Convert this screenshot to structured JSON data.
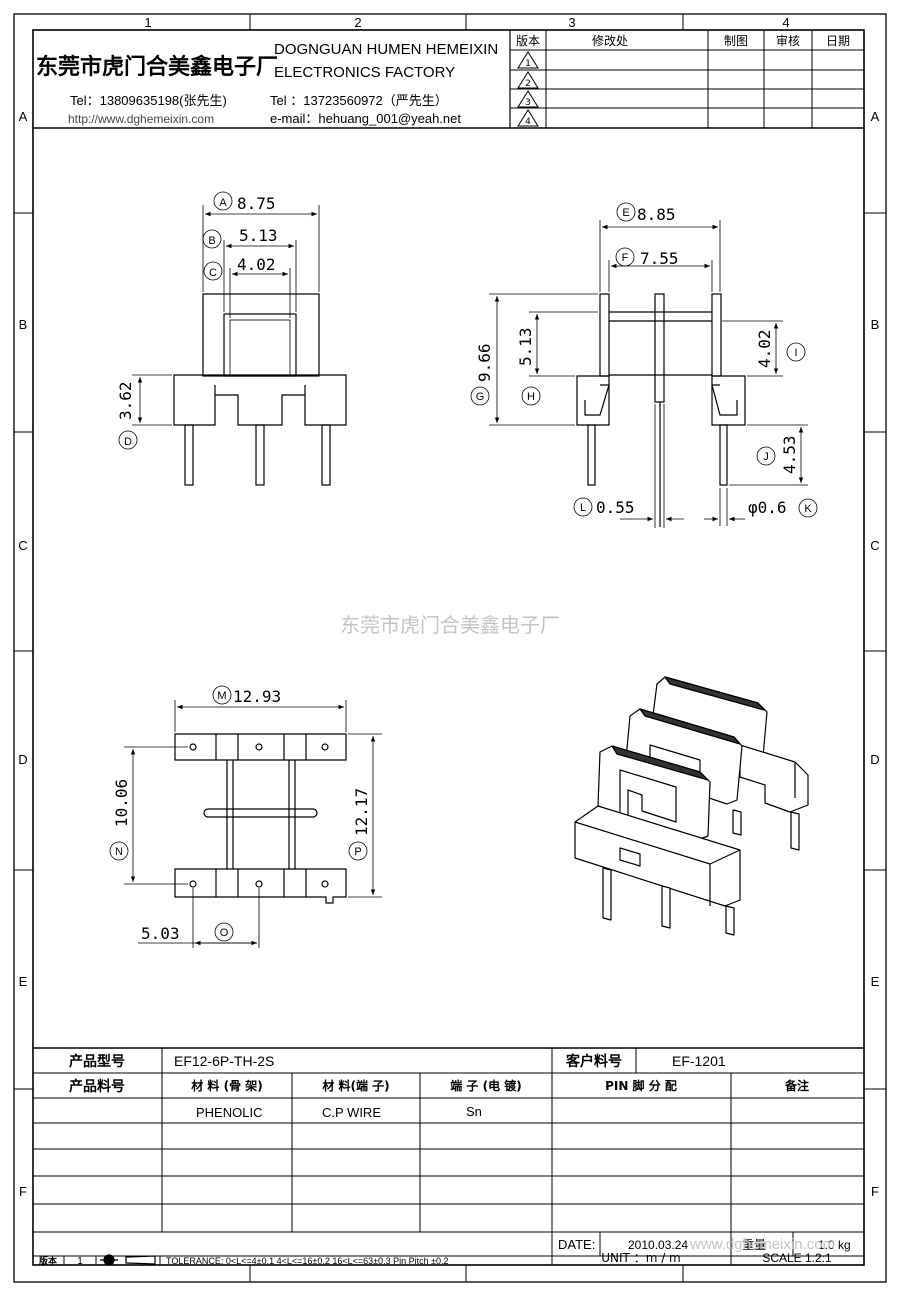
{
  "border": {
    "cols": [
      "1",
      "2",
      "3",
      "4"
    ],
    "rows": [
      "A",
      "B",
      "C",
      "D",
      "E",
      "F"
    ]
  },
  "company": {
    "name_cn": "东莞市虎门合美鑫电子厂",
    "name_en_1": "DOGNGUAN HUMEN HEMEIXIN",
    "name_en_2": "ELECTRONICS FACTORY",
    "tel1": "Tel：13809635198(张先生)",
    "url": "http://www.dghemeixin.com",
    "tel2": "Tel ：13723560972（严先生）",
    "email": "e-mail：hehuang_001@yeah.net"
  },
  "revision_table": {
    "headers": [
      "版本",
      "修改处",
      "制图",
      "审核",
      "日期"
    ],
    "rows": [
      "1",
      "2",
      "3",
      "4"
    ]
  },
  "dimensions": {
    "A": "8.75",
    "B": "5.13",
    "C": "4.02",
    "D": "3.62",
    "E": "8.85",
    "F": "7.55",
    "G": "9.66",
    "H": "5.13",
    "I": "4.02",
    "J": "4.53",
    "K": "φ0.6",
    "L": "0.55",
    "M": "12.93",
    "N": "10.06",
    "O": "5.03",
    "P": "12.17"
  },
  "watermark_center": "东莞市虎门合美鑫电子厂",
  "title_block": {
    "product_model_label": "产品型号",
    "product_model_value": "EF12-6P-TH-2S",
    "customer_no_label": "客户料号",
    "customer_no_value": "EF-1201",
    "product_no_label": "产品料号",
    "material_bobbin_label": "材 料 (骨 架)",
    "material_pin_label": "材 料(端 子)",
    "terminal_plating_label": "端 子 (电 镀)",
    "pin_assign_label": "PIN 脚 分 配",
    "remarks_label": "备注",
    "material_bobbin_value": "PHENOLIC",
    "material_pin_value": "C.P WIRE",
    "terminal_plating_value": "Sn",
    "date_label": "DATE:",
    "date_value": "2010.03.24",
    "weight_label": "重量",
    "weight_value": "1.0 kg",
    "unit": "UNIT ：m / m",
    "scale": "SCALE  1.2:1",
    "version_label": "版本",
    "version_value": "1",
    "tolerance": "TOLERANCE:  0<L<=4±0.1  4<L<=16±0.2  16<L<=63±0.3  Pin Pitch  ±0.2",
    "watermark_footer": "www.dghemeixin.com"
  }
}
